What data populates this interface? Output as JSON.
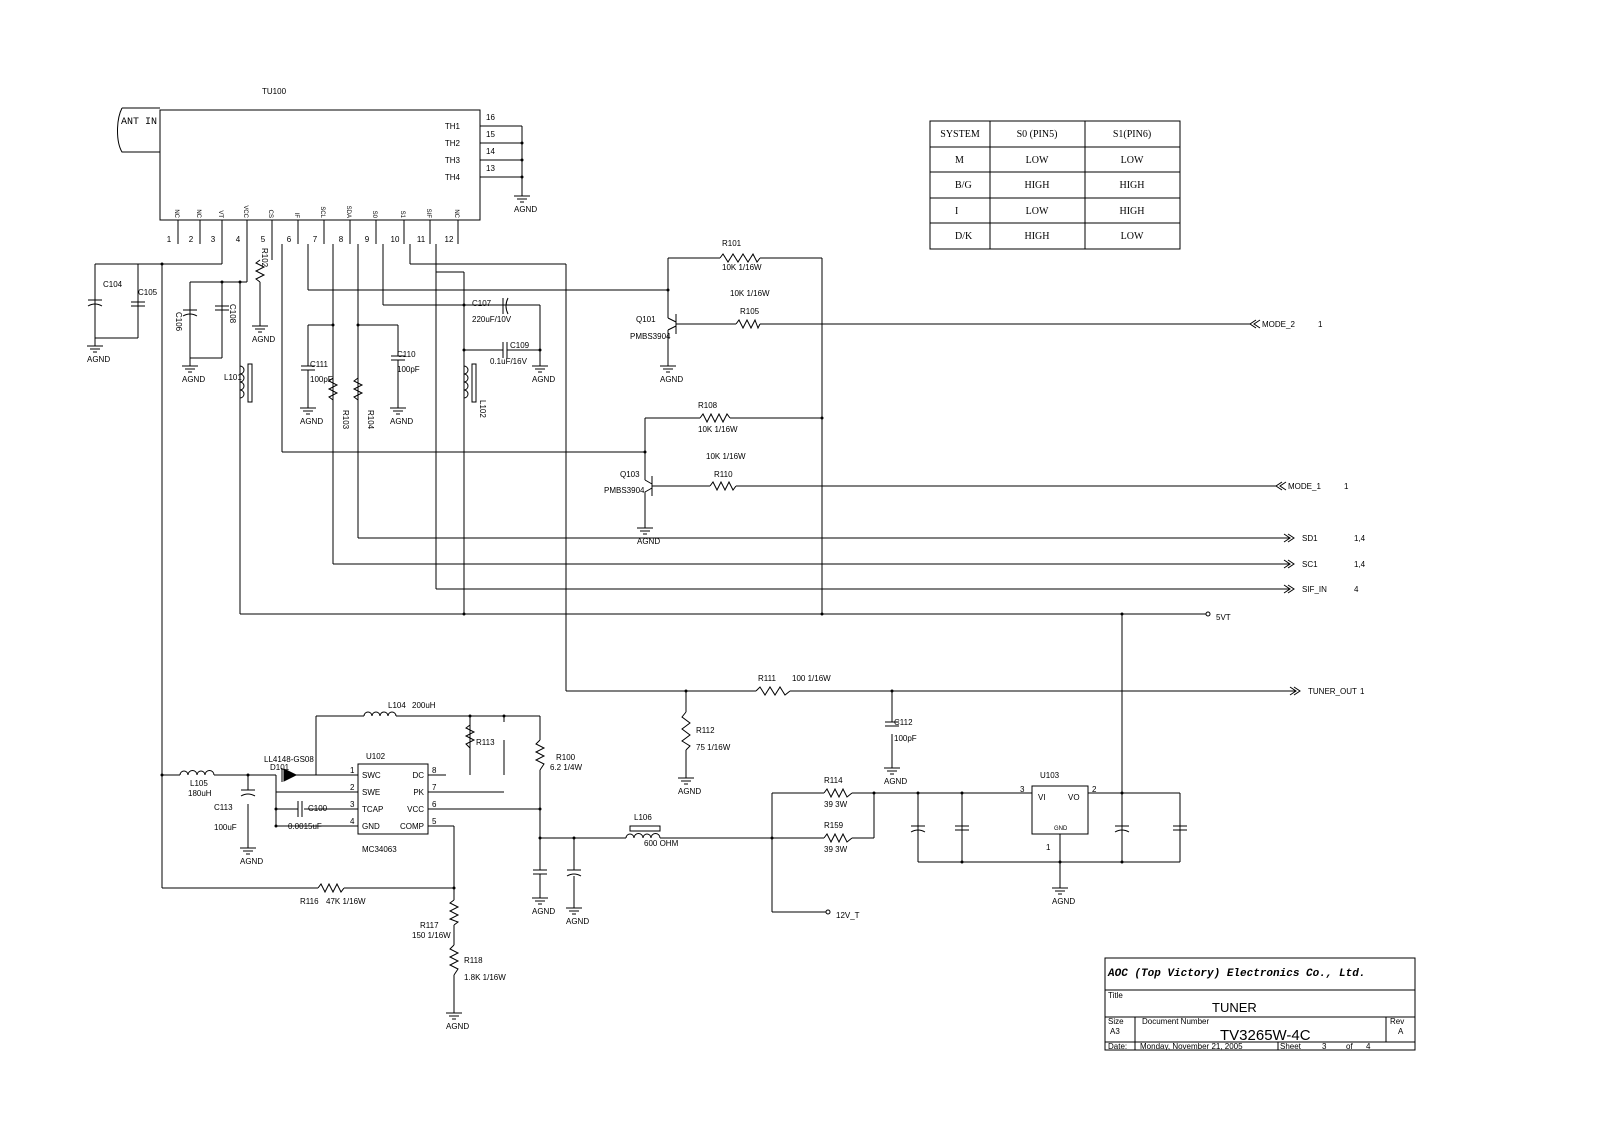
{
  "tuner": {
    "ref": "TU100",
    "ant_label": "ANT IN",
    "right_pins": [
      {
        "num": "16",
        "name": "TH1"
      },
      {
        "num": "15",
        "name": "TH2"
      },
      {
        "num": "14",
        "name": "TH3"
      },
      {
        "num": "13",
        "name": "TH4"
      }
    ],
    "bottom_pins": [
      {
        "num": "1",
        "name": "NC"
      },
      {
        "num": "2",
        "name": "NC"
      },
      {
        "num": "3",
        "name": "VT"
      },
      {
        "num": "4",
        "name": "VCC"
      },
      {
        "num": "5",
        "name": "CS"
      },
      {
        "num": "6",
        "name": "IF"
      },
      {
        "num": "7",
        "name": "SCL"
      },
      {
        "num": "8",
        "name": "SDA"
      },
      {
        "num": "9",
        "name": "S0"
      },
      {
        "num": "10",
        "name": "S1"
      },
      {
        "num": "11",
        "name": "SIF"
      },
      {
        "num": "12",
        "name": "NC"
      }
    ]
  },
  "system_table": {
    "headers": [
      "SYSTEM",
      "S0 (PIN5)",
      "S1(PIN6)"
    ],
    "rows": [
      [
        "M",
        "LOW",
        "LOW"
      ],
      [
        "B/G",
        "HIGH",
        "HIGH"
      ],
      [
        "I",
        "LOW",
        "HIGH"
      ],
      [
        "D/K",
        "HIGH",
        "LOW"
      ]
    ]
  },
  "ground_label": "AGND",
  "components": {
    "c104": "C104",
    "c105": "C105",
    "c106": "C106",
    "c108": "C108",
    "r102": "R102",
    "c111": "C111",
    "c111_val": "100pF",
    "c110": "C110",
    "c110_val": "100pF",
    "r103": "R103",
    "r104": "R104",
    "c107": "C107",
    "c107_val": "220uF/10V",
    "c109": "C109",
    "c109_val": "0.1uF/16V",
    "l101": "L101",
    "l102": "L102",
    "r101": "R101",
    "r101_val": "10K   1/16W",
    "r105": "R105",
    "r105_val": "10K   1/16W",
    "q101": "Q101",
    "q101_part": "PMBS3904",
    "r108": "R108",
    "r108_val": "10K   1/16W",
    "r110": "R110",
    "r110_val": "10K   1/16W",
    "q103": "Q103",
    "q103_part": "PMBS3904",
    "r111": "R111",
    "r111_val": "100   1/16W",
    "r112": "R112",
    "r112_val": "75   1/16W",
    "c112": "C112",
    "c112_val": "100pF",
    "l104": "L104",
    "l104_val": "200uH",
    "r113": "R113",
    "r100": "R100",
    "r100_val": "6.2   1/4W",
    "d101_part": "LL4148-GS08",
    "d101": "D101",
    "u102": "U102",
    "u102_part": "MC34063",
    "u102_left": [
      {
        "num": "1",
        "name": "SWC"
      },
      {
        "num": "2",
        "name": "SWE"
      },
      {
        "num": "3",
        "name": "TCAP"
      },
      {
        "num": "4",
        "name": "GND"
      }
    ],
    "u102_right": [
      {
        "num": "8",
        "name": "DC"
      },
      {
        "num": "7",
        "name": "PK"
      },
      {
        "num": "6",
        "name": "VCC"
      },
      {
        "num": "5",
        "name": "COMP"
      }
    ],
    "l105": "L105",
    "l105_val": "180uH",
    "c113": "C113",
    "c113_val": "100uF",
    "c100": "C100",
    "c100_val": "0.0015uF",
    "r116": "R116",
    "r116_val": "47K   1/16W",
    "r117": "R117",
    "r117_val": "150   1/16W",
    "r118": "R118",
    "r118_val": "1.8K   1/16W",
    "l106": "L106",
    "l106_val": "600 OHM",
    "r114": "R114",
    "r114_val": "39   3W",
    "r159": "R159",
    "r159_val": "39   3W",
    "u103": "U103",
    "u103_vi": "VI",
    "u103_vo": "VO",
    "u103_gnd": "GND",
    "u103_p3": "3",
    "u103_p2": "2",
    "u103_p1": "1"
  },
  "ports": [
    {
      "name": "MODE_2",
      "sheet": "1"
    },
    {
      "name": "MODE_1",
      "sheet": "1"
    },
    {
      "name": "SD1",
      "sheet": "1,4"
    },
    {
      "name": "SC1",
      "sheet": "1,4"
    },
    {
      "name": "SIF_IN",
      "sheet": "4"
    },
    {
      "name": "5VT",
      "sheet": ""
    },
    {
      "name": "TUNER_OUT",
      "sheet": "1"
    },
    {
      "name": "12V_T",
      "sheet": ""
    }
  ],
  "title_block": {
    "company": "AOC (Top Victory) Electronics Co., Ltd.",
    "title_label": "Title",
    "title": "TUNER",
    "size_label": "Size",
    "size": "A3",
    "docnum_label": "Document Number",
    "docnum": "TV3265W-4C",
    "rev_label": "Rev",
    "rev": "A",
    "date_label": "Date:",
    "date": "Monday, November 21, 2005",
    "sheet_label": "Sheet",
    "sheet": "3",
    "of_label": "of",
    "of": "4"
  }
}
